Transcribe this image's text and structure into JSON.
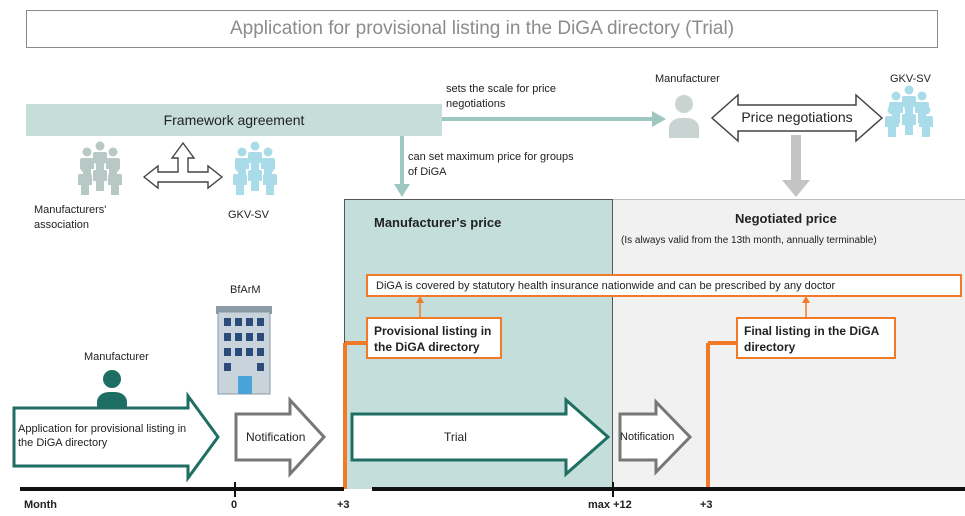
{
  "title": "Application for provisional listing in the DiGA directory (Trial)",
  "framework": {
    "label": "Framework agreement",
    "scale_note": "sets the scale for price negotiations",
    "max_note": "can set maximum price for groups of DiGA",
    "manufacturers_association": "Manufacturers' association",
    "gkv_left": "GKV-SV"
  },
  "negotiation": {
    "manufacturer": "Manufacturer",
    "gkv": "GKV-SV",
    "label": "Price negotiations"
  },
  "zones": {
    "manufacturers_price": "Manufacturer's price",
    "negotiated_price": "Negotiated price",
    "negotiated_note": "(Is always valid from the 13th month, annually terminable)"
  },
  "covered_text": "DiGA is covered by statutory health insurance  nationwide and can be prescribed by any doctor",
  "provisional_listing": "Provisional listing in the DiGA directory",
  "final_listing": "Final listing in the DiGA directory",
  "bfarm": "BfArM",
  "manufacturer_left": "Manufacturer",
  "flow": {
    "application": "Application for provisional listing in the DiGA directory",
    "notification1": "Notification",
    "trial": "Trial",
    "notification2": "Notification"
  },
  "timeline": {
    "month": "Month",
    "t0": "0",
    "t3a": "+3",
    "tmax": "max +12",
    "t3b": "+3"
  },
  "colors": {
    "teal_dark": "#1f6e63",
    "teal_light": "#c4dfdb",
    "orange": "#f07a28",
    "gray_arrow": "#777777",
    "people_blue": "#a9dce8",
    "people_gray": "#b8c8c4"
  }
}
